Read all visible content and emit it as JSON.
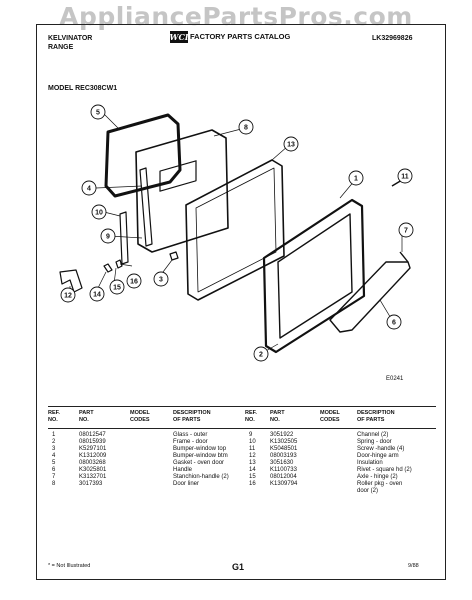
{
  "watermark": "AppliancePartsPros.com",
  "header": {
    "brand": "KELVINATOR",
    "product": "RANGE",
    "catalog_title": "FACTORY PARTS CATALOG",
    "doc_number": "LK32969826",
    "model": "MODEL REC308CW1"
  },
  "figure_code": "E0241",
  "callouts": [
    "1",
    "2",
    "3",
    "4",
    "5",
    "6",
    "7",
    "8",
    "9",
    "10",
    "11",
    "12",
    "13",
    "14",
    "15",
    "16"
  ],
  "table_headers": {
    "ref_no": [
      "REF.",
      "NO."
    ],
    "part_no": [
      "PART",
      "NO."
    ],
    "model_codes": [
      "MODEL",
      "CODES"
    ],
    "description": [
      "DESCRIPTION",
      "OF PARTS"
    ]
  },
  "parts_left": [
    {
      "ref": "1",
      "part": "08012547",
      "desc": "Glass - outer"
    },
    {
      "ref": "2",
      "part": "08015939",
      "desc": "Frame - door"
    },
    {
      "ref": "3",
      "part": "K5297101",
      "desc": "Bumper-window top"
    },
    {
      "ref": "4",
      "part": "K1312009",
      "desc": "Bumper-window btm"
    },
    {
      "ref": "5",
      "part": "08003268",
      "desc": "Gasket - oven door"
    },
    {
      "ref": "6",
      "part": "K3025801",
      "desc": "Handle"
    },
    {
      "ref": "7",
      "part": "K3132701",
      "desc": "Stanchion-handle (2)"
    },
    {
      "ref": "8",
      "part": "3017393",
      "desc": "Door liner"
    }
  ],
  "parts_right": [
    {
      "ref": "9",
      "part": "3051922",
      "desc": "Channel (2)"
    },
    {
      "ref": "10",
      "part": "K1302505",
      "desc": "Spring - door"
    },
    {
      "ref": "11",
      "part": "K5048501",
      "desc": "Screw -handle (4)"
    },
    {
      "ref": "12",
      "part": "08003193",
      "desc": "Door-hinge arm"
    },
    {
      "ref": "13",
      "part": "3051630",
      "desc": "Insulation"
    },
    {
      "ref": "14",
      "part": "K1100733",
      "desc": "Rivet - square hd (2)"
    },
    {
      "ref": "15",
      "part": "08012004",
      "desc": "Axle - hinge (2)"
    },
    {
      "ref": "16",
      "part": "K1309794",
      "desc": "Roller pkg - oven"
    },
    {
      "ref": "",
      "part": "",
      "desc": "door (2)"
    }
  ],
  "footer": {
    "footnote": "* = Not Illustrated",
    "page": "G1",
    "date": "9/88"
  },
  "colors": {
    "ink": "#111111",
    "watermark": "#969696"
  }
}
